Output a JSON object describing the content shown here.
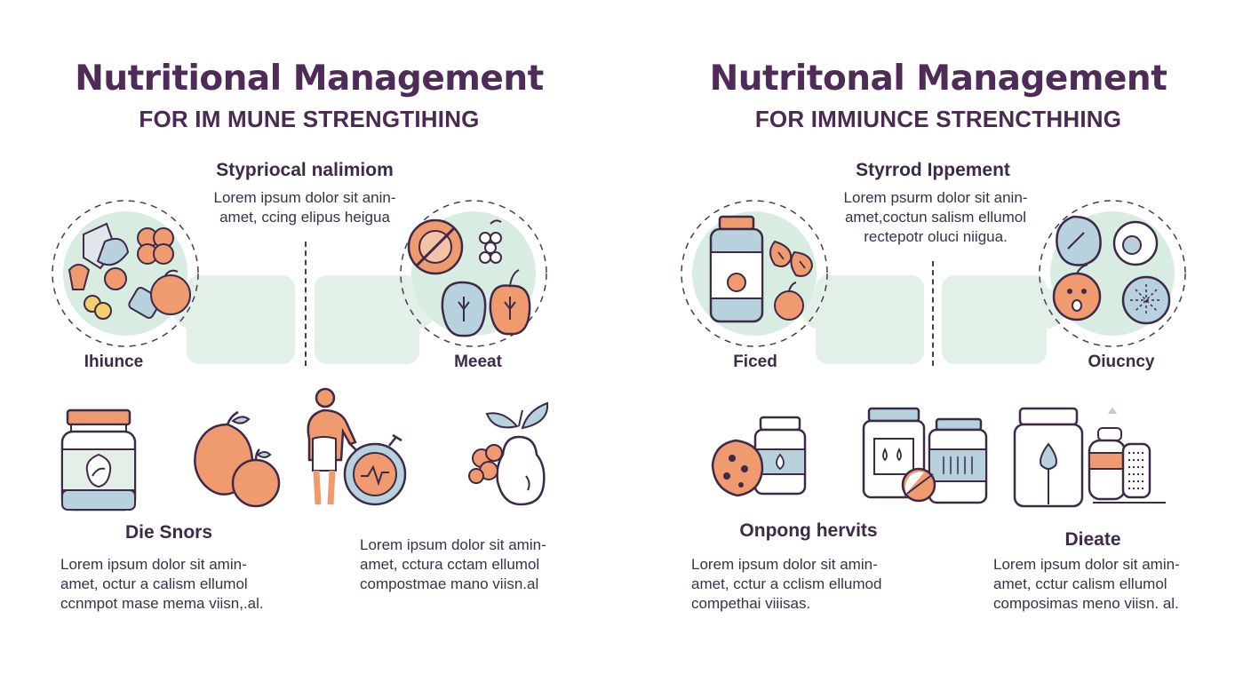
{
  "colors": {
    "purple": "#4f2b58",
    "ink": "#3d2a48",
    "mint": "#e3f0e8",
    "mint_dark": "#d3e8dc",
    "orange": "#ef9a6f",
    "blue": "#b7d2dd"
  },
  "left": {
    "title": "Nutritional Management",
    "subtitle": "FOR IM MUNE STRENGTIHING",
    "section_heading": "Stypriocal nalimiom",
    "section_text": [
      "Lorem ipsum dolor sit anin-",
      "amet, ccing elipus heigua"
    ],
    "circle_left_label": "Ihiunce",
    "circle_right_label": "Meeat",
    "bottom_heading": "Die Snors",
    "bottom_text": [
      "Lorem ipsum  dolor sit amin-",
      "amet, octur  a calism ellumol",
      "ccnmpot mase mema viisn,.al."
    ],
    "bottom_right_text": [
      "Lorem ipsum  dolor sit amin-",
      "amet, cctura cctam ellumol",
      "compostmae mano viisn.al"
    ]
  },
  "right": {
    "title": "Nutritonal Management",
    "subtitle": "FOR IMMIUNCE STRENCTHHING",
    "section_heading": "Styrrod Ippement",
    "section_text": [
      "Lorem psurm dolor sit anin-",
      "amet,coctun salism ellumol",
      "rectepotr oluci niigua."
    ],
    "circle_left_label": "Ficed",
    "circle_right_label": "Oiucncy",
    "bottom_left_heading": "Onpong hervits",
    "bottom_left_text": [
      "Lorem  ipsum  dolor sit amin-",
      "amet, cctur a cclism ellumod",
      "compethai viiisas."
    ],
    "bottom_right_heading": "Dieate",
    "bottom_right_text": [
      "Lorem ipsum dolor sit amin-",
      "amet,  cctur  calism ellumol",
      "composimas meno viisn. al."
    ]
  },
  "icons": {
    "left_circle_a": "vegetables-fruit-icon",
    "left_circle_b": "no-food-apple-icon",
    "right_circle_a": "supplement-bottle-icon",
    "right_circle_b": "fruit-faces-icon",
    "row_left": [
      "supplement-jar-icon",
      "peach-icon",
      "exercise-person-icon",
      "pear-berries-icon"
    ],
    "row_right": [
      "pills-bottle-icon",
      "medicine-jars-icon",
      "drop-jar-icon"
    ]
  }
}
